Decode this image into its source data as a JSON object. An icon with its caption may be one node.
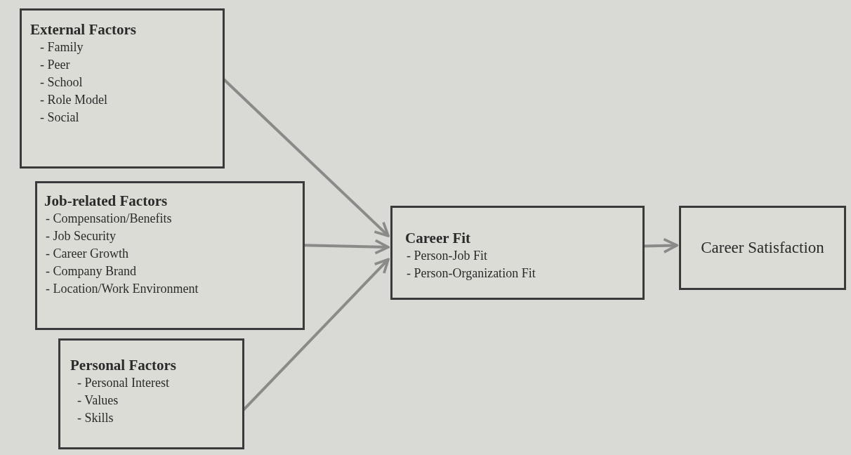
{
  "diagram": {
    "nodes": [
      {
        "text": [
          "External Factors",
          "- Family",
          "- Peer",
          "- School",
          "- Role Model",
          "- Social"
        ]
      },
      {
        "text": [
          "Job-related Factors",
          "- Compensation/Benefits",
          "- Job Security",
          "- Career Growth",
          "- Company Brand",
          "- Location/Work Environment"
        ]
      },
      {
        "text": [
          "Personal Factors",
          "- Personal Interest",
          "- Values",
          "- Skills"
        ]
      },
      {
        "text": [
          "Career Fit",
          "- Person-Job Fit",
          "- Person-Organization Fit"
        ]
      },
      {
        "text": [
          "Career Satisfaction"
        ]
      }
    ],
    "edges": [
      {
        "from": 0,
        "to": 3,
        "arrow": "to"
      },
      {
        "from": 1,
        "to": 3,
        "arrow": "to"
      },
      {
        "from": 2,
        "to": 3,
        "arrow": "to"
      },
      {
        "from": 3,
        "to": 4,
        "arrow": "to"
      }
    ]
  }
}
